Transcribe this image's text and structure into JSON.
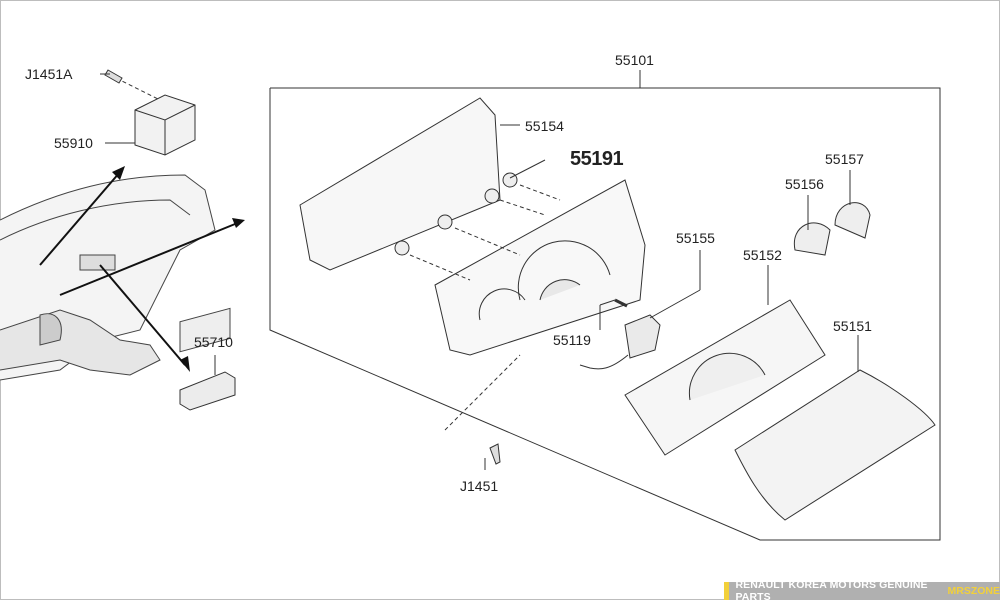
{
  "labels": {
    "j1451a": "J1451A",
    "p55910": "55910",
    "p55710": "55710",
    "p55101": "55101",
    "p55154": "55154",
    "p55191": "55191",
    "p55157": "55157",
    "p55156": "55156",
    "p55155": "55155",
    "p55152": "55152",
    "p55151": "55151",
    "p55119": "55119",
    "j1451": "J1451"
  },
  "footer": {
    "text": "RENAULT KOREA MOTORS GENUINE PARTS",
    "brand": "MRSZONE",
    "accent": "#f2d03a"
  }
}
